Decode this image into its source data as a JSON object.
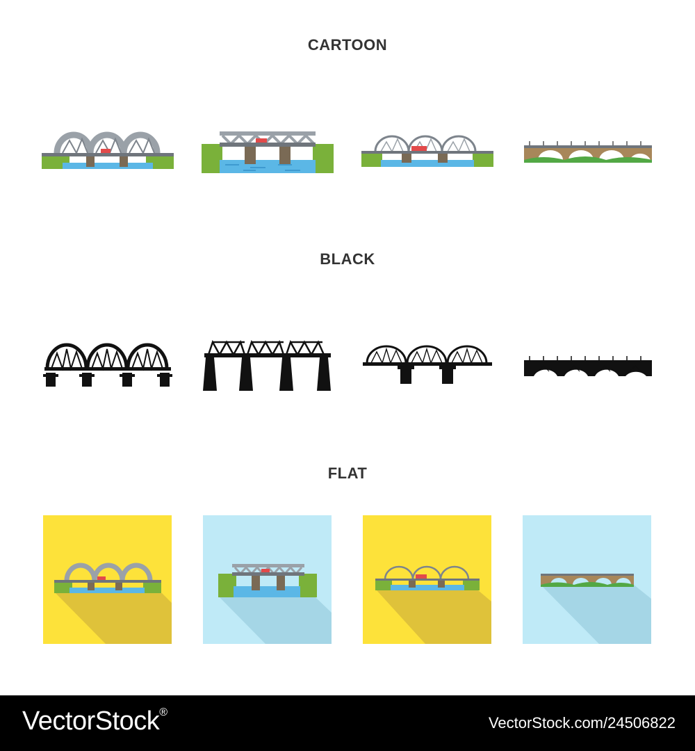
{
  "sections": {
    "cartoon": "CARTOON",
    "black": "BLACK",
    "flat": "FLAT"
  },
  "icons": {
    "cartoon": [
      "arch-bridge-icon",
      "truss-bridge-icon",
      "tied-arch-bridge-icon",
      "stone-viaduct-icon"
    ],
    "black": [
      "arch-bridge-icon",
      "truss-bridge-icon",
      "tied-arch-bridge-icon",
      "stone-viaduct-icon"
    ],
    "flat": [
      "arch-bridge-icon",
      "truss-bridge-icon",
      "tied-arch-bridge-icon",
      "stone-viaduct-icon"
    ]
  },
  "colors": {
    "grass": "#7ab13a",
    "water": "#5bb7e6",
    "steel": "#9aa1a8",
    "pier": "#7a6a55",
    "flat_yellow": "#fde23a",
    "flat_blue": "#bfeaf7",
    "black": "#111111"
  },
  "footer": {
    "brand": "VectorStock",
    "brand_mark": "®",
    "url": "VectorStock.com/24506822"
  }
}
